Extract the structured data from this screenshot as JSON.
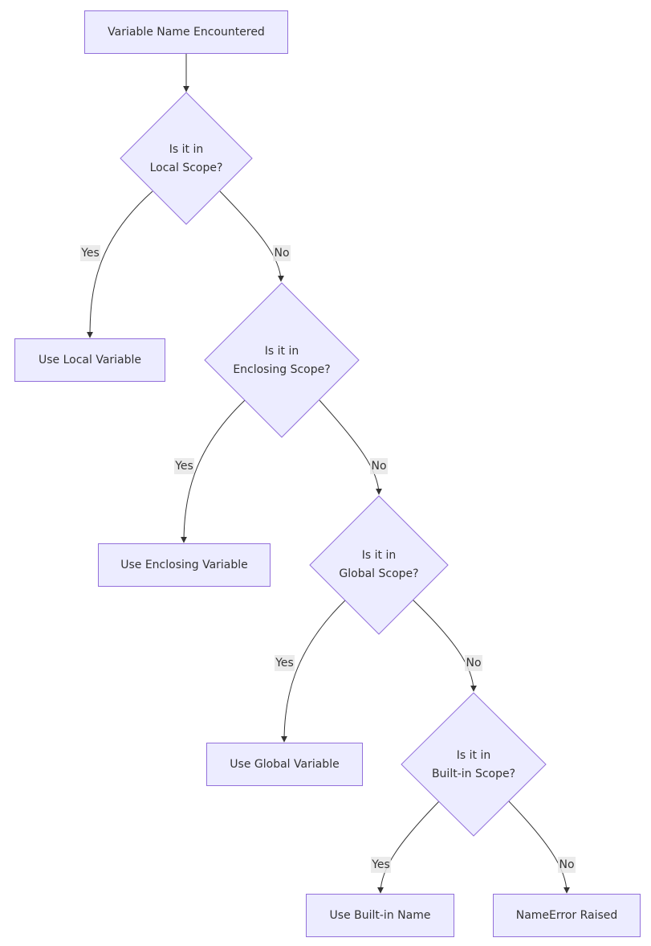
{
  "diagram": {
    "nodes": {
      "start": {
        "lines": [
          "Variable Name Encountered"
        ]
      },
      "q_local": {
        "lines": [
          "Is it in",
          "Local Scope?"
        ]
      },
      "use_local": {
        "lines": [
          "Use Local Variable"
        ]
      },
      "q_enclosing": {
        "lines": [
          "Is it in",
          "Enclosing Scope?"
        ]
      },
      "use_enclosing": {
        "lines": [
          "Use Enclosing Variable"
        ]
      },
      "q_global": {
        "lines": [
          "Is it in",
          "Global Scope?"
        ]
      },
      "use_global": {
        "lines": [
          "Use Global Variable"
        ]
      },
      "q_builtin": {
        "lines": [
          "Is it in",
          "Built-in Scope?"
        ]
      },
      "use_builtin": {
        "lines": [
          "Use Built-in Name"
        ]
      },
      "name_error": {
        "lines": [
          "NameError Raised"
        ]
      }
    },
    "edges": [
      {
        "id": "start-to-q_local",
        "from": "start",
        "to": "q_local",
        "label": ""
      },
      {
        "id": "q_local-yes",
        "from": "q_local",
        "to": "use_local",
        "label": "Yes"
      },
      {
        "id": "q_local-no",
        "from": "q_local",
        "to": "q_enclosing",
        "label": "No"
      },
      {
        "id": "q_enclosing-yes",
        "from": "q_enclosing",
        "to": "use_enclosing",
        "label": "Yes"
      },
      {
        "id": "q_enclosing-no",
        "from": "q_enclosing",
        "to": "q_global",
        "label": "No"
      },
      {
        "id": "q_global-yes",
        "from": "q_global",
        "to": "use_global",
        "label": "Yes"
      },
      {
        "id": "q_global-no",
        "from": "q_global",
        "to": "q_builtin",
        "label": "No"
      },
      {
        "id": "q_builtin-yes",
        "from": "q_builtin",
        "to": "use_builtin",
        "label": "Yes"
      },
      {
        "id": "q_builtin-no",
        "from": "q_builtin",
        "to": "name_error",
        "label": "No"
      }
    ]
  }
}
